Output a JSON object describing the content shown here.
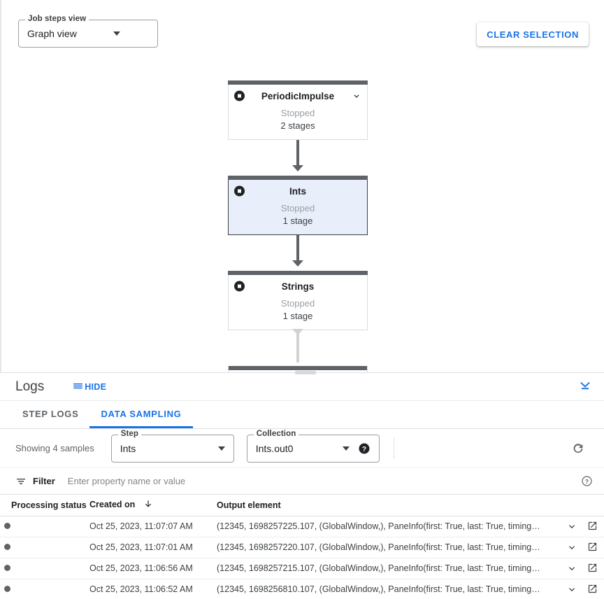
{
  "graph_toolbar": {
    "view_select": {
      "label": "Job steps view",
      "value": "Graph view",
      "icon": "chevron-down-icon"
    },
    "clear_selection_label": "CLEAR SELECTION"
  },
  "graph": {
    "nodes": [
      {
        "name": "PeriodicImpulse",
        "status": "Stopped",
        "stages": "2 stages",
        "selected": false,
        "has_chevron": true,
        "icon": "stop-status-icon"
      },
      {
        "name": "Ints",
        "status": "Stopped",
        "stages": "1 stage",
        "selected": true,
        "has_chevron": false,
        "icon": "stop-status-icon"
      },
      {
        "name": "Strings",
        "status": "Stopped",
        "stages": "1 stage",
        "selected": false,
        "has_chevron": false,
        "icon": "stop-status-icon"
      }
    ]
  },
  "logs": {
    "title": "Logs",
    "hide_label": "HIDE",
    "hide_icon": "menu-lines-icon",
    "collapse_icon": "collapse-panel-icon",
    "tabs": [
      {
        "label": "STEP LOGS",
        "active": false
      },
      {
        "label": "DATA SAMPLING",
        "active": true
      }
    ]
  },
  "sampling": {
    "showing_text": "Showing 4 samples",
    "step_select": {
      "label": "Step",
      "value": "Ints"
    },
    "collection_select": {
      "label": "Collection",
      "value": "Ints.out0"
    },
    "help_icon": "help-circle-icon",
    "refresh_icon": "refresh-icon"
  },
  "filter": {
    "icon": "filter-icon",
    "label": "Filter",
    "placeholder": "Enter property name or value",
    "value": "",
    "help_icon": "help-circle-outline-icon"
  },
  "table": {
    "columns": {
      "status": "Processing status",
      "created": "Created on",
      "output": "Output element"
    },
    "sort": {
      "column": "Created on",
      "direction": "desc",
      "icon": "arrow-down-icon"
    },
    "rows": [
      {
        "status_dot": "processed",
        "created": "Oct 25, 2023, 11:07:07 AM",
        "output": "(12345, 1698257225.107, (GlobalWindow,), PaneInfo(first: True, last: True, timing…",
        "expand_icon": "chevron-down-icon",
        "open_icon": "open-in-new-icon"
      },
      {
        "status_dot": "processed",
        "created": "Oct 25, 2023, 11:07:01 AM",
        "output": "(12345, 1698257220.107, (GlobalWindow,), PaneInfo(first: True, last: True, timing…",
        "expand_icon": "chevron-down-icon",
        "open_icon": "open-in-new-icon"
      },
      {
        "status_dot": "processed",
        "created": "Oct 25, 2023, 11:06:56 AM",
        "output": "(12345, 1698257215.107, (GlobalWindow,), PaneInfo(first: True, last: True, timing…",
        "expand_icon": "chevron-down-icon",
        "open_icon": "open-in-new-icon"
      },
      {
        "status_dot": "processed",
        "created": "Oct 25, 2023, 11:06:52 AM",
        "output": "(12345, 1698256810.107, (GlobalWindow,), PaneInfo(first: True, last: True, timing…",
        "expand_icon": "chevron-down-icon",
        "open_icon": "open-in-new-icon"
      }
    ]
  },
  "colors": {
    "accent_blue": "#1a73e8",
    "node_bar": "#5f6368",
    "selected_node_bg": "#e8eefa",
    "status_dot": "#5f6368"
  }
}
